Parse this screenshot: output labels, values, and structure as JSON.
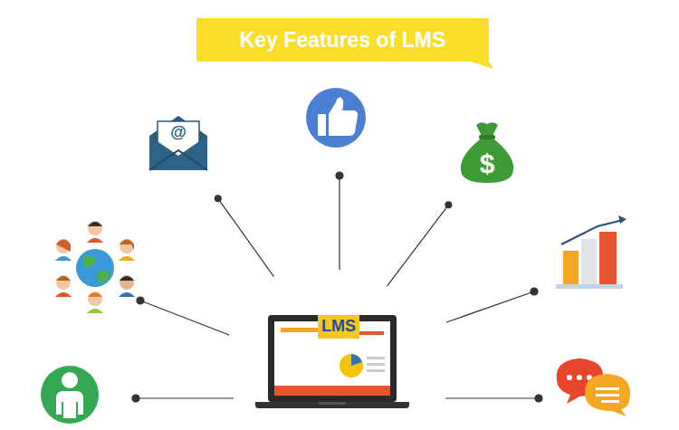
{
  "diagram": {
    "title": "Key Features of LMS",
    "nodes": [
      {
        "text": [
          "@"
        ]
      },
      {
        "text": [
          "$"
        ]
      },
      {
        "text": [
          "LMS"
        ]
      }
    ],
    "edges": [
      {
        "from": 2,
        "to": 0,
        "arrow": "none"
      },
      {
        "from": 2,
        "to": 1,
        "arrow": "none"
      }
    ]
  }
}
